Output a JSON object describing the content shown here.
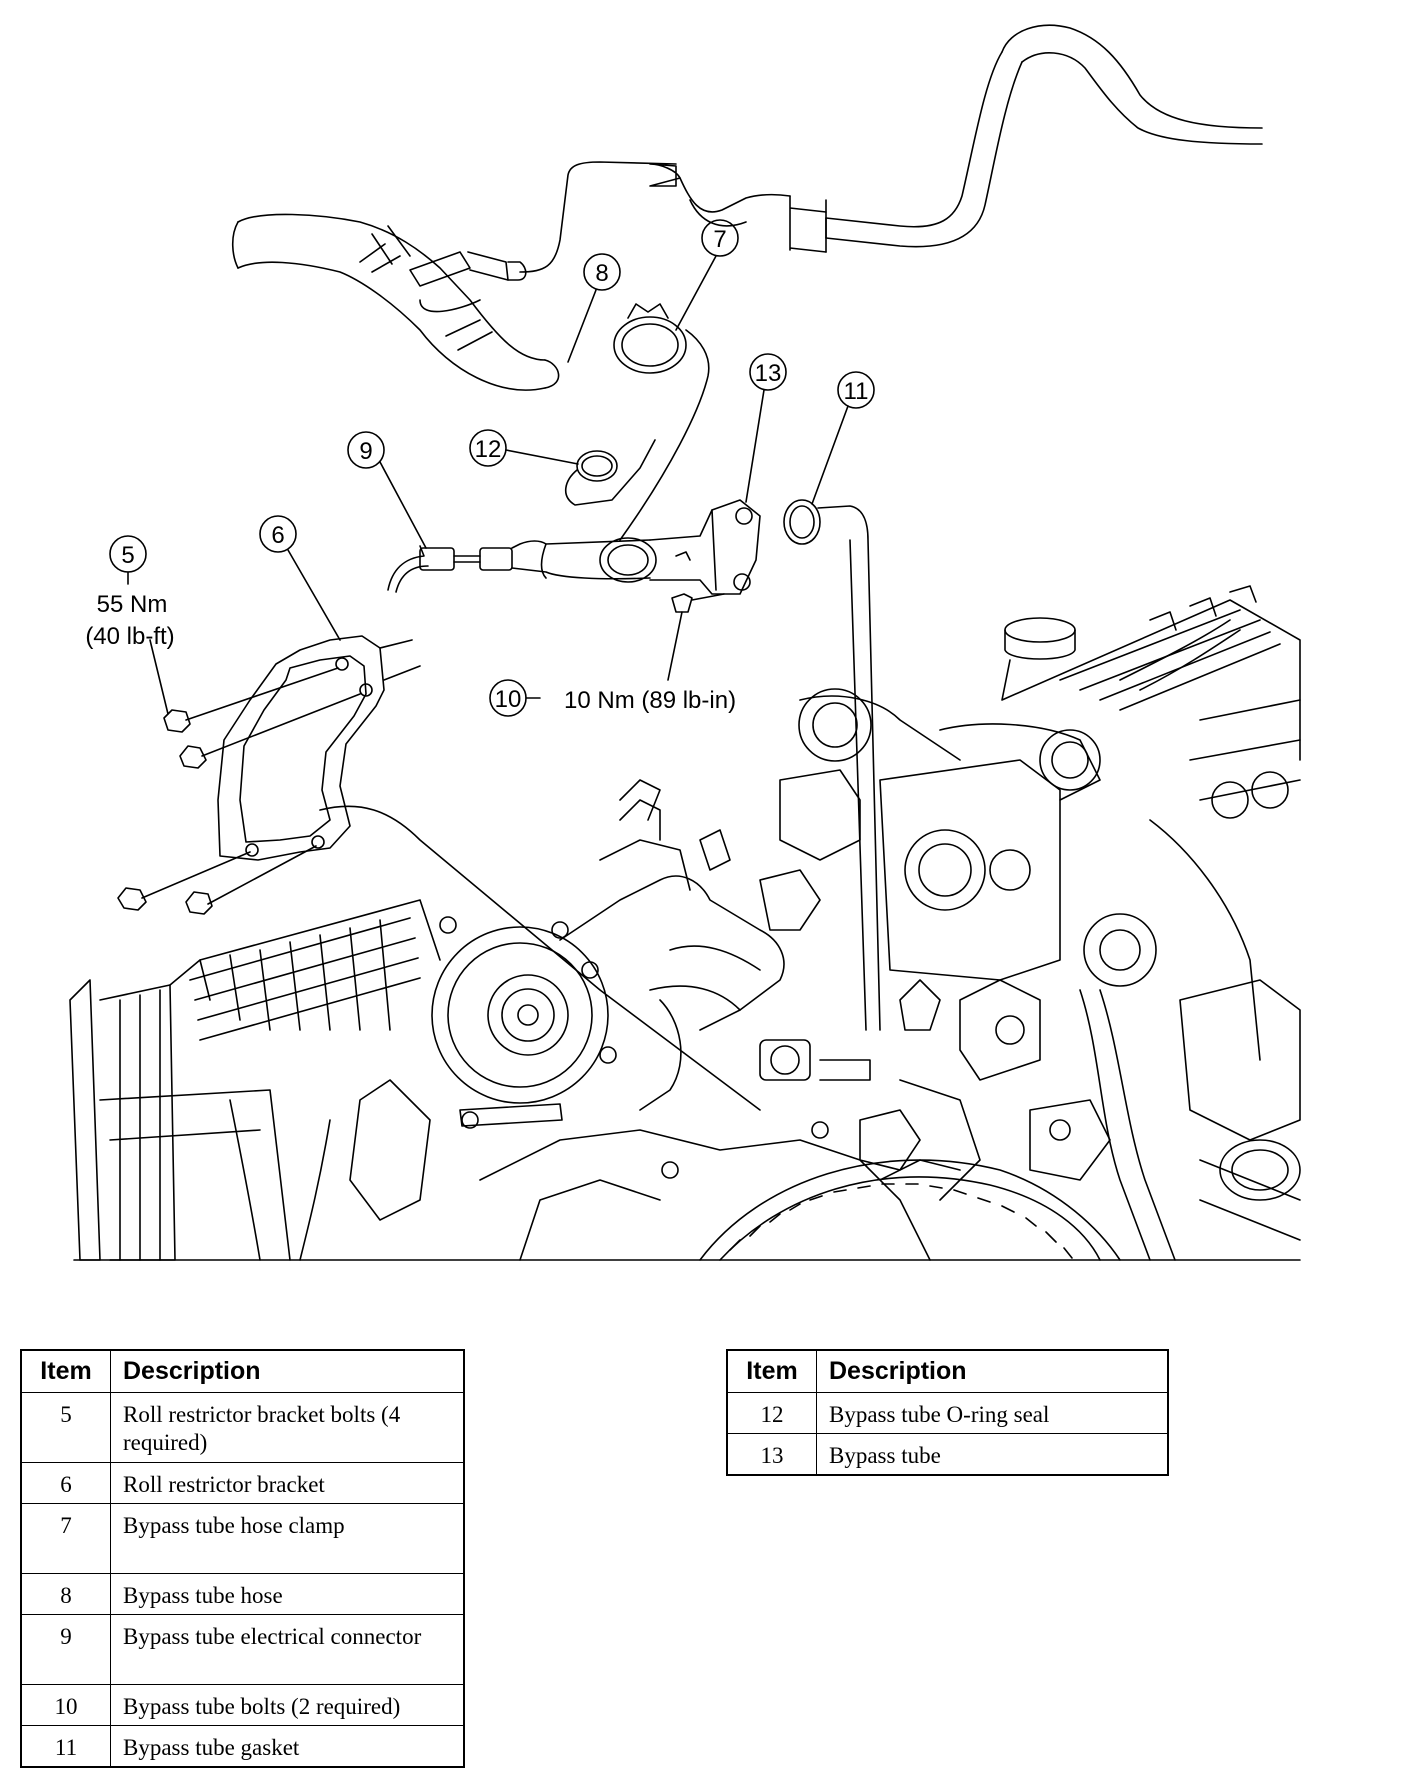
{
  "figure": {
    "callouts": [
      {
        "id": "5",
        "label": "5"
      },
      {
        "id": "6",
        "label": "6"
      },
      {
        "id": "7",
        "label": "7"
      },
      {
        "id": "8",
        "label": "8"
      },
      {
        "id": "9",
        "label": "9"
      },
      {
        "id": "10",
        "label": "10"
      },
      {
        "id": "11",
        "label": "11"
      },
      {
        "id": "12",
        "label": "12"
      },
      {
        "id": "13",
        "label": "13"
      }
    ],
    "torque_5_nm": "55 Nm",
    "torque_5_lbft": "(40 lb-ft)",
    "torque_10": "10 Nm (89 lb-in)"
  },
  "tables": {
    "header_item": "Item",
    "header_description": "Description",
    "left_rows": [
      {
        "item": "5",
        "description": "Roll restrictor bracket bolts (4 required)"
      },
      {
        "item": "6",
        "description": "Roll restrictor bracket"
      },
      {
        "item": "7",
        "description": "Bypass tube hose clamp"
      },
      {
        "item": "8",
        "description": "Bypass tube hose"
      },
      {
        "item": "9",
        "description": "Bypass tube electrical connector"
      },
      {
        "item": "10",
        "description": "Bypass tube bolts (2 required)"
      },
      {
        "item": "11",
        "description": "Bypass tube gasket"
      }
    ],
    "right_rows": [
      {
        "item": "12",
        "description": "Bypass tube O-ring seal"
      },
      {
        "item": "13",
        "description": "Bypass tube"
      }
    ]
  }
}
